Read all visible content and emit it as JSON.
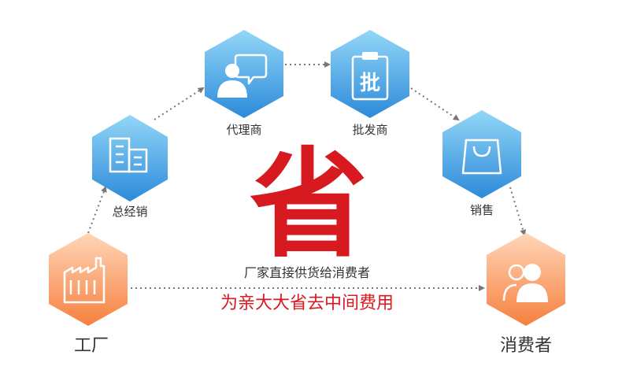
{
  "nodes": {
    "factory": {
      "label": "工厂",
      "icon": "factory-icon"
    },
    "distributor": {
      "label": "总经销",
      "icon": "office-building-icon"
    },
    "agent": {
      "label": "代理商",
      "icon": "person-speech-icon"
    },
    "wholesaler": {
      "label": "批发商",
      "icon": "clipboard-pi-icon",
      "icon_glyph": "批"
    },
    "retail": {
      "label": "销售",
      "icon": "shopping-bag-icon"
    },
    "consumer": {
      "label": "消费者",
      "icon": "users-icon"
    }
  },
  "center": {
    "big_char": "省",
    "direct_text": "厂家直接供货给消费者",
    "savings_text": "为亲大大省去中间费用"
  },
  "colors": {
    "blue_light": "#8fd3f7",
    "blue_dark": "#2f8fdc",
    "orange_light": "#ffd1b0",
    "orange_dark": "#f7874b",
    "red": "#d71920",
    "arrow": "#777777",
    "text": "#333333"
  }
}
